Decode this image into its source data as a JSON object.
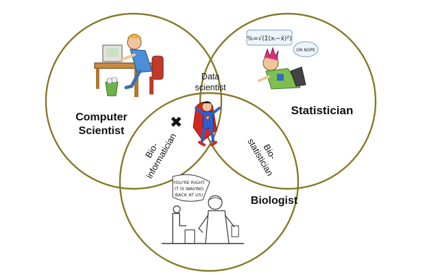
{
  "diagram": {
    "labels": {
      "computer_scientist_line1": "Computer",
      "computer_scientist_line2": "Scientist",
      "statistician": "Statistician",
      "biologist": "Biologist",
      "data_scientist_line1": "Data",
      "data_scientist_line2": "scientist",
      "bioinformatician_line1": "Bio-",
      "bioinformatician_line2": "informatician",
      "biostatistician_line1": "Bio-",
      "biostatistician_line2": "statistician"
    },
    "cartoons": {
      "statistician_bubble": "ON NOPE",
      "statistician_formula": "%=√(Σ(xᵢ−x̄)²)",
      "biologist_caption_1": "YOU'RE RIGHT",
      "biologist_caption_2": "IT IS WAVING",
      "biologist_caption_3": "BACK AT US!"
    },
    "marker": "✖",
    "colors": {
      "circle_stroke": "#857826",
      "background": "#ffffff"
    }
  }
}
